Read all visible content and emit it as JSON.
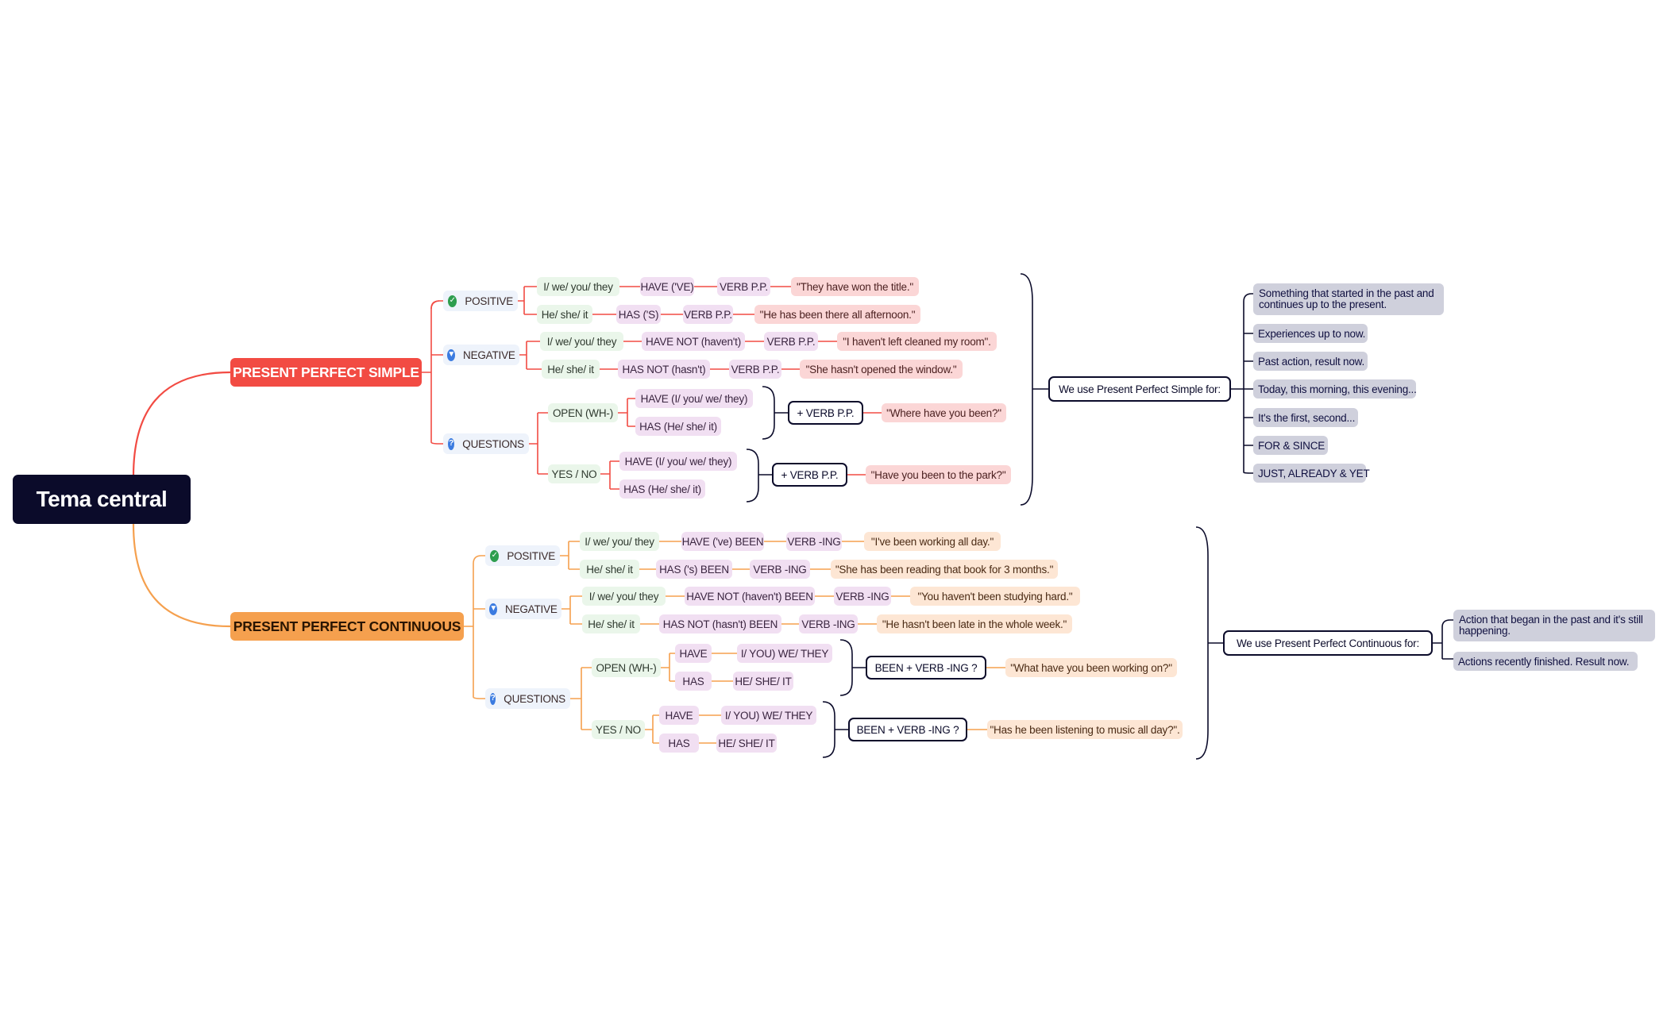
{
  "central": "Tema central",
  "colors": {
    "red": "#f24b43",
    "orange": "#f5a04e",
    "navy": "#0b0b2a"
  },
  "simple": {
    "title": "PRESENT PERFECT SIMPLE",
    "positive": {
      "label": "POSITIVE",
      "row1": {
        "subject": "I/ we/ you/ they",
        "aux": "HAVE ('VE)",
        "verb": "VERB P.P.",
        "example": "\"They have won the title.\""
      },
      "row2": {
        "subject": "He/ she/ it",
        "aux": "HAS ('S)",
        "verb": "VERB P.P.",
        "example": "\"He has been there all afternoon.\""
      }
    },
    "negative": {
      "label": "NEGATIVE",
      "row1": {
        "subject": "I/ we/ you/ they",
        "aux": "HAVE NOT (haven't)",
        "verb": "VERB P.P.",
        "example": "\"I haven't left cleaned my room\"."
      },
      "row2": {
        "subject": "He/ she/ it",
        "aux": "HAS NOT (hasn't)",
        "verb": "VERB P.P.",
        "example": "\"She hasn't opened the window.\""
      }
    },
    "questions": {
      "label": "QUESTIONS",
      "open": {
        "label": "OPEN (WH-)",
        "opt1": "HAVE (I/ you/ we/ they)",
        "opt2": "HAS (He/ she/ it)",
        "verb": "+ VERB P.P.",
        "example": "\"Where have you been?\""
      },
      "yesno": {
        "label": "YES / NO",
        "opt1": "HAVE (I/ you/ we/ they)",
        "opt2": "HAS (He/ she/ it)",
        "verb": "+ VERB P.P.",
        "example": "\"Have you been to the park?\""
      }
    },
    "uses_title": "We use Present Perfect Simple for:",
    "uses": [
      "Something that started in the past and continues up to the present.",
      "Experiences up to now.",
      "Past action, result now.",
      "Today, this morning, this evening...",
      "It's the first, second...",
      "FOR & SINCE",
      "JUST, ALREADY & YET"
    ]
  },
  "continuous": {
    "title": "PRESENT PERFECT CONTINUOUS",
    "positive": {
      "label": "POSITIVE",
      "row1": {
        "subject": "I/ we/ you/ they",
        "aux": "HAVE ('ve) BEEN",
        "verb": "VERB -ING",
        "example": "\"I've been working all day.\""
      },
      "row2": {
        "subject": "He/ she/ it",
        "aux": "HAS ('s) BEEN",
        "verb": "VERB -ING",
        "example": "\"She has been reading that book for 3 months.\""
      }
    },
    "negative": {
      "label": "NEGATIVE",
      "row1": {
        "subject": "I/ we/ you/ they",
        "aux": "HAVE NOT (haven't) BEEN",
        "verb": "VERB -ING",
        "example": "\"You haven't been studying hard.\""
      },
      "row2": {
        "subject": "He/ she/ it",
        "aux": "HAS NOT (hasn't) BEEN",
        "verb": "VERB -ING",
        "example": "\"He hasn't been late in the whole week.\""
      }
    },
    "questions": {
      "label": "QUESTIONS",
      "open": {
        "label": "OPEN (WH-)",
        "aux1": "HAVE",
        "subj1": "I/ YOU) WE/ THEY",
        "aux2": "HAS",
        "subj2": "HE/ SHE/ IT",
        "verb": "BEEN + VERB -ING ?",
        "example": "\"What have you been working on?\""
      },
      "yesno": {
        "label": "YES / NO",
        "aux1": "HAVE",
        "subj1": "I/ YOU) WE/ THEY",
        "aux2": "HAS",
        "subj2": "HE/ SHE/ IT",
        "verb": "BEEN + VERB -ING ?",
        "example": "\"Has he been listening to music all day?\"."
      }
    },
    "uses_title": "We use Present Perfect Continuous for:",
    "uses": [
      "Action that began in the past and it's still happening.",
      "Actions recently finished. Result now."
    ]
  }
}
